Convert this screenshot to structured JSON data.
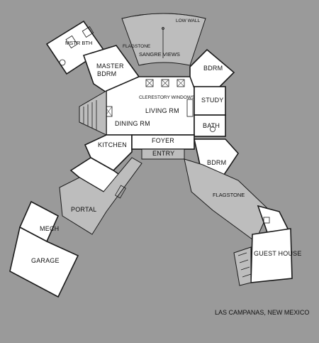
{
  "labels": {
    "low_wall": "LOW WALL",
    "flagstone_top": "FLAGSTONE",
    "sangre_views": "SANGRE VIEWS",
    "mstr_bath": "MSTR BTH",
    "master_bdrm_1": "MASTER",
    "master_bdrm_2": "BDRM",
    "bdrm_ne": "BDRM",
    "clerestory": "CLERESTORY WINDOWS",
    "study": "STUDY",
    "living_rm": "LIVING RM",
    "dining_rm": "DINING RM",
    "bath": "BATH",
    "kitchen": "KITCHEN",
    "foyer": "FOYER",
    "entry": "ENTRY",
    "bdrm_se": "BDRM",
    "flagstone_right": "FLAGSTONE",
    "portal": "PORTAL",
    "mech": "MECH",
    "garage": "GARAGE",
    "guest_house": "GUEST HOUSE"
  },
  "caption": "LAS CAMPANAS, NEW MEXICO"
}
